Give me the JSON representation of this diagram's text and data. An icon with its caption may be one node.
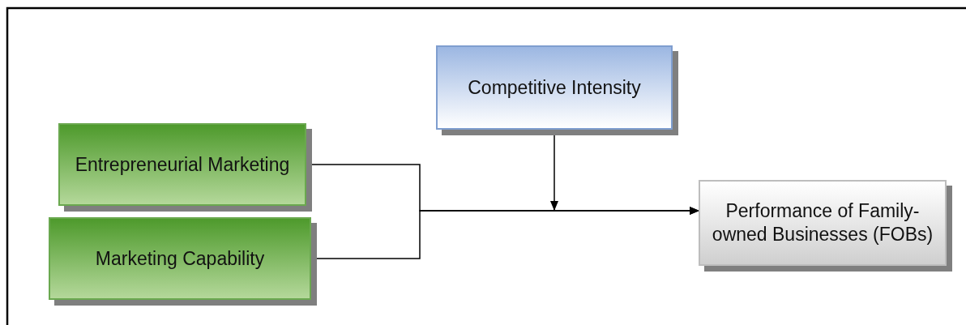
{
  "diagram": {
    "nodes": [
      {
        "text": [
          "Competitive Intensity"
        ]
      },
      {
        "text": [
          "Entrepreneurial Marketing"
        ]
      },
      {
        "text": [
          "Marketing Capability"
        ]
      },
      {
        "text": [
          "Performance of Family-owned Businesses (FOBs)"
        ]
      }
    ],
    "edges": [
      {
        "from": 1,
        "to": 3,
        "arrow": "to"
      },
      {
        "from": 2,
        "to": 3,
        "arrow": "to"
      },
      {
        "from": 0,
        "to": null,
        "arrow": "to"
      }
    ]
  }
}
